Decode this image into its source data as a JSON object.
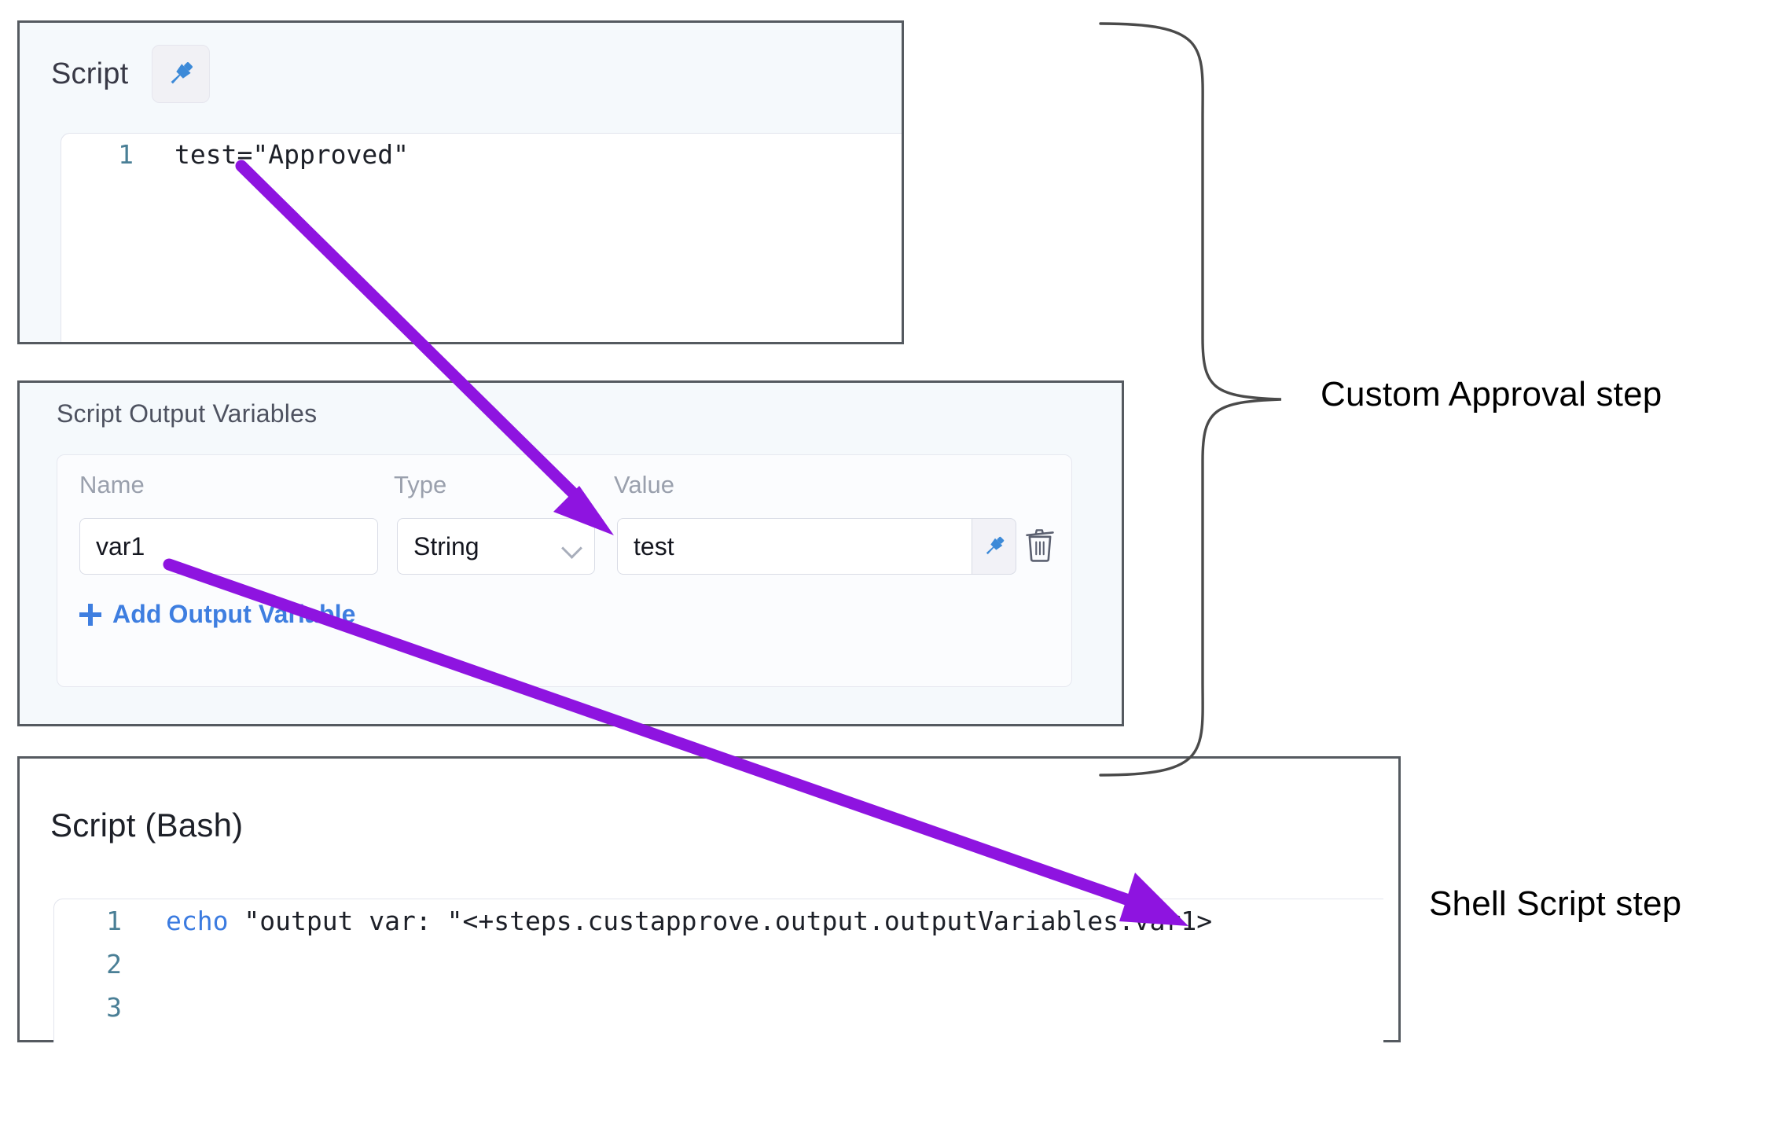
{
  "script_panel": {
    "title": "Script",
    "pin_icon": "pushpin-icon",
    "code": {
      "lines": [
        {
          "number": "1",
          "text": "test=\"Approved\""
        }
      ]
    }
  },
  "output_variables_panel": {
    "title": "Script Output Variables",
    "columns": {
      "name": "Name",
      "type": "Type",
      "value": "Value"
    },
    "rows": [
      {
        "name": "var1",
        "type": "String",
        "value": "test",
        "pin_icon": "pushpin-icon",
        "delete_icon": "trash-icon"
      }
    ],
    "add_link": "Add Output Variable",
    "add_icon": "plus-icon"
  },
  "bash_panel": {
    "title": "Script (Bash)",
    "code": {
      "lines": [
        {
          "number": "1",
          "keyword": "echo",
          "string": " \"output var: \"",
          "expression": "<+steps.custapprove.output.outputVariables.var1>"
        },
        {
          "number": "2",
          "text": ""
        },
        {
          "number": "3",
          "text": ""
        }
      ]
    }
  },
  "annotations": {
    "custom_approval_label": "Custom Approval step",
    "shell_script_label": "Shell Script step",
    "arrow_color": "#8E14E0",
    "brace_color": "#4a4a4a"
  }
}
